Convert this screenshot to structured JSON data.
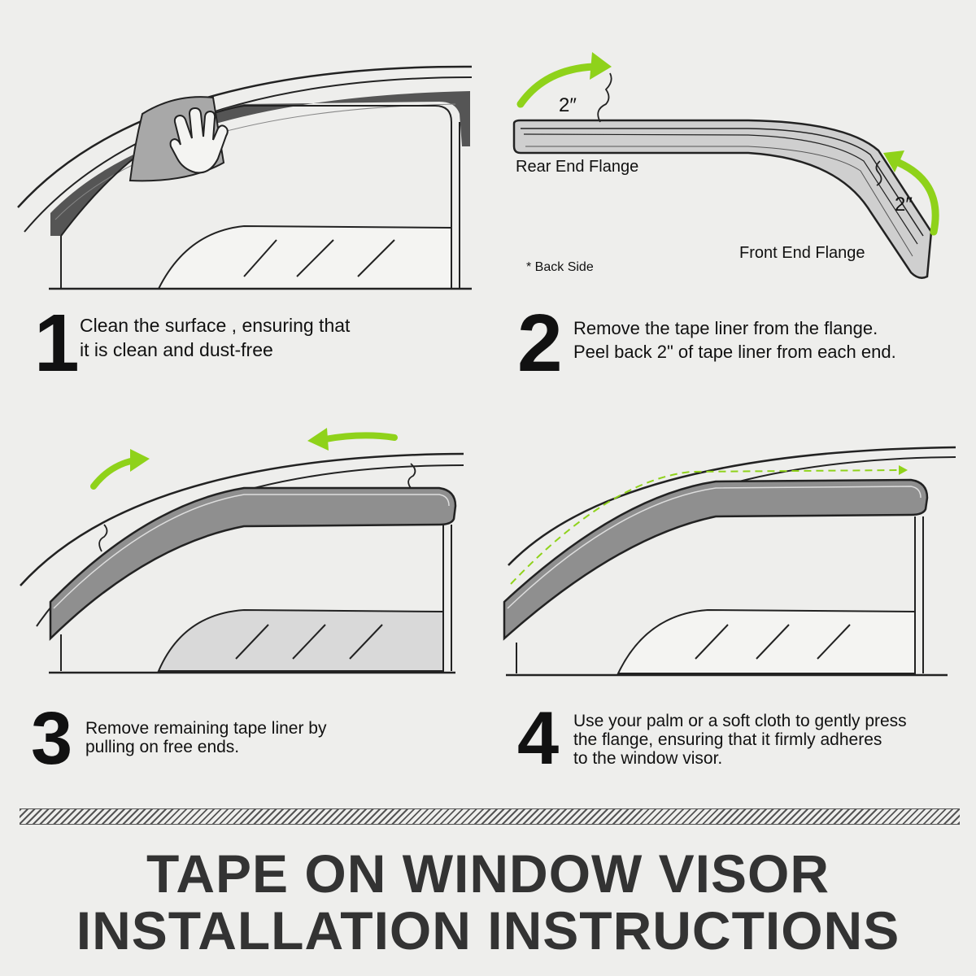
{
  "steps": [
    {
      "number": "1",
      "lines": [
        "Clean the surface , ensuring that",
        "it is clean and dust-free"
      ]
    },
    {
      "number": "2",
      "lines": [
        "Remove the tape liner from the flange.",
        "Peel back 2\" of tape liner from each end."
      ]
    },
    {
      "number": "3",
      "lines": [
        "Remove remaining tape liner by",
        "pulling on free ends."
      ]
    },
    {
      "number": "4",
      "lines": [
        "Use your palm or a soft cloth to gently press",
        "the flange, ensuring that it firmly adheres",
        "to the window visor."
      ]
    }
  ],
  "panel2": {
    "rear_label": "Rear End Flange",
    "front_label": "Front End Flange",
    "note": "* Back Side",
    "dim_rear": "2″",
    "dim_front": "2″"
  },
  "title": {
    "line1": "TAPE ON WINDOW VISOR",
    "line2": "INSTALLATION INSTRUCTIONS"
  },
  "colors": {
    "accent": "#8fd21a",
    "visor_fill": "#8f8f8f",
    "glass_fill": "#d9d9d9",
    "text": "#111111",
    "title": "#333333"
  }
}
